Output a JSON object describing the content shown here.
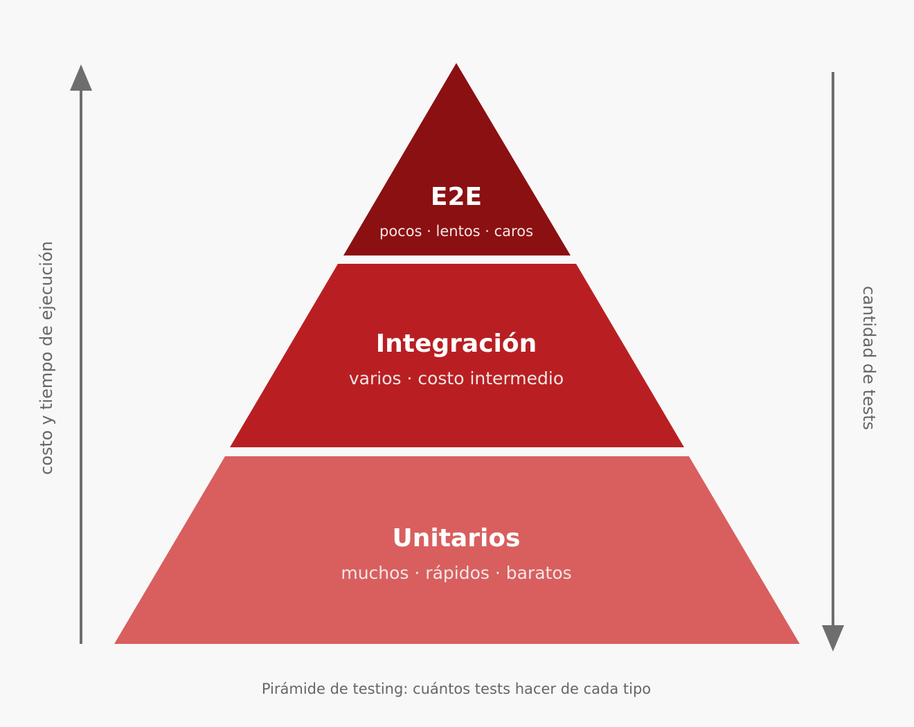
{
  "tiers": [
    {
      "title": "E2E",
      "subtitle": "pocos · lentos · caros",
      "color": "#8b1012"
    },
    {
      "title": "Integración",
      "subtitle": "varios · costo intermedio",
      "color": "#b91f22"
    },
    {
      "title": "Unitarios",
      "subtitle": "muchos · rápidos · baratos",
      "color": "#d95f5f"
    }
  ],
  "left_axis": {
    "label": "costo y tiempo de ejecución",
    "direction": "up"
  },
  "right_axis": {
    "label": "cantidad de tests",
    "direction": "down"
  },
  "caption": "Pirámide de testing: cuántos tests hacer de cada tipo",
  "colors": {
    "background": "#f8f8f8",
    "axis": "#6e6e6e",
    "text_muted": "#666666"
  }
}
